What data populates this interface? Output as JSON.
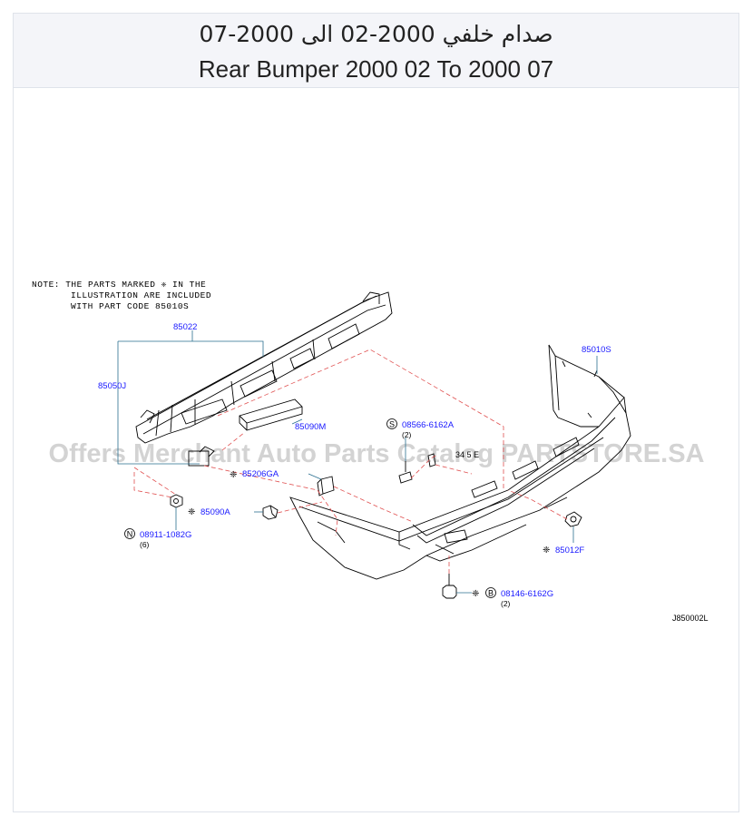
{
  "header": {
    "title_ar": "صدام خلفي 2000-02 الى 2000-07",
    "title_en": "Rear Bumper 2000 02 To 2000 07"
  },
  "diagram": {
    "note": {
      "line1": "NOTE: THE PARTS MARKED ❈ IN THE",
      "line2": "ILLUSTRATION ARE INCLUDED",
      "line3": "WITH PART CODE 85010S"
    },
    "parts": [
      {
        "id": "85022",
        "label": "85022"
      },
      {
        "id": "85050J",
        "label": "85050J"
      },
      {
        "id": "85090M",
        "label": "85090M"
      },
      {
        "id": "85010S",
        "label": "85010S"
      },
      {
        "id": "08566-6162A",
        "label": "08566-6162A",
        "prefix": "S",
        "qty": "(2)"
      },
      {
        "id": "85206GA",
        "label": "85206GA",
        "star": true
      },
      {
        "id": "85090A",
        "label": "85090A",
        "star": true
      },
      {
        "id": "08911-1082G",
        "label": "08911-1082G",
        "prefix": "N",
        "qty": "(6)"
      },
      {
        "id": "85012F",
        "label": "85012F",
        "star": true
      },
      {
        "id": "08146-6162G",
        "label": "08146-6162G",
        "prefix": "B",
        "qty": "(2)",
        "star": true
      }
    ],
    "partial_label": "34 5 E",
    "diagram_code": "J850002L",
    "watermark": "Offers Merchant Auto Parts Catalog PARTSTORE.SA",
    "star_symbol": "❈"
  }
}
